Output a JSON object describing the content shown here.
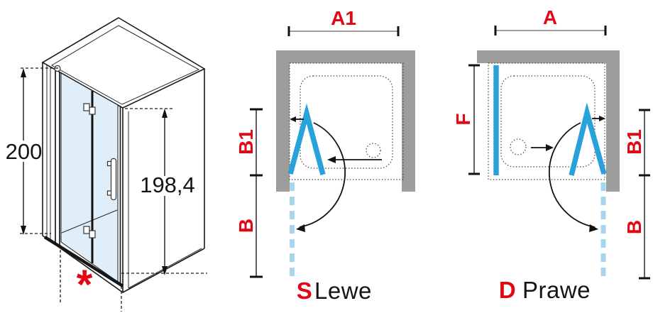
{
  "iso": {
    "height_outer": "200",
    "height_inner": "198,4",
    "width_marker": "*"
  },
  "plan_left": {
    "dim_top": "A1",
    "dim_b1": "B1",
    "dim_b": "B",
    "caption_letter": "S",
    "caption_word": "Lewe"
  },
  "plan_right": {
    "dim_top": "A",
    "dim_f": "F",
    "dim_b1": "B1",
    "dim_b": "B",
    "caption_letter": "D",
    "caption_word": "Prawe"
  },
  "colors": {
    "accent_red": "#E30613",
    "door_blue": "#29A2DB",
    "wall_gray": "#9D9D9C",
    "glass_tint": "#DFEEF8",
    "dashed_blue": "#A9D6EF"
  }
}
